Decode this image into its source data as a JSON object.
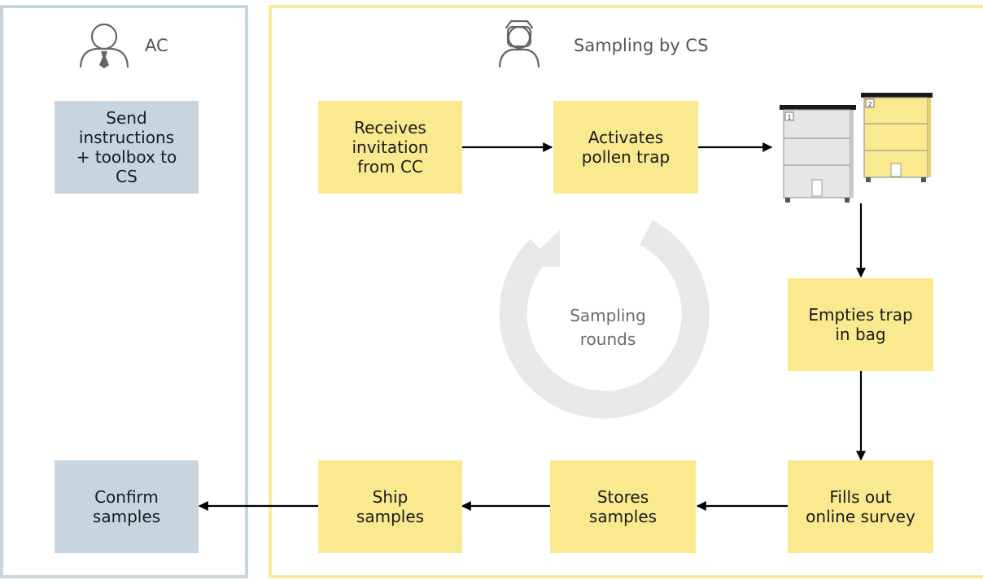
{
  "lanes": {
    "ac": {
      "title": "AC"
    },
    "cs": {
      "title": "Sampling by CS"
    }
  },
  "steps": {
    "send_instructions": "Send\ninstructions\n+ toolbox to\nCS",
    "receives_invitation": "Receives\ninvitation\nfrom CC",
    "activates_trap": "Activates\npollen trap",
    "empties_trap": "Empties trap\nin bag",
    "fills_survey": "Fills out\nonline survey",
    "stores_samples": "Stores\nsamples",
    "ship_samples": "Ship\nsamples",
    "confirm_samples": "Confirm\nsamples"
  },
  "cycle": {
    "label": "Sampling\nrounds"
  },
  "hives": {
    "label_1": "1",
    "label_2": "2"
  },
  "colors": {
    "ac_fill": "#c6d5df",
    "ac_border": "#c5d4df",
    "cs_fill": "#fbe98f",
    "cs_border": "#fbeb9c",
    "cycle": "#e8e8e8",
    "arrow": "#000000"
  },
  "icons": {
    "ac_person": "person-with-tie-icon",
    "cs_person": "beekeeper-icon",
    "cycle": "circular-arrow-icon",
    "hives": "beehive-icon"
  }
}
